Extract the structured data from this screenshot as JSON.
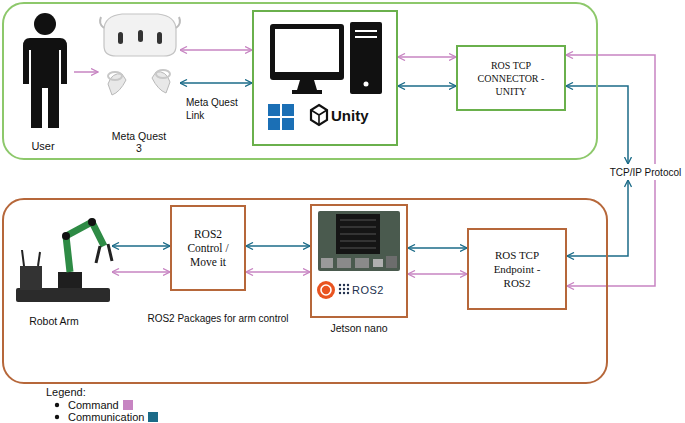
{
  "diagram": {
    "nodes": [
      {
        "text": []
      },
      {
        "text": [
          "User"
        ],
        "in": 0
      },
      {
        "text": [
          "Meta Quest 3"
        ],
        "in": 0
      },
      {
        "text": [
          "Unity"
        ],
        "in": 0
      },
      {
        "text": [
          "ROS TCP CONNECTOR - UNITY"
        ],
        "in": 0
      },
      {
        "text": [
          "TCP/IP Protocol"
        ]
      },
      {
        "text": []
      },
      {
        "text": [
          "Robot Arm"
        ],
        "in": 6
      },
      {
        "text": [
          "ROS2 Control / Move it",
          "ROS2 Packages for arm control"
        ],
        "in": 6
      },
      {
        "text": [
          "ROS2",
          "Jetson nano"
        ],
        "in": 6
      },
      {
        "text": [
          "ROS TCP Endpoint -ROS2"
        ],
        "in": 6
      }
    ],
    "edges": [
      {
        "from": 1,
        "to": 2,
        "arrow": "to"
      },
      {
        "from": 2,
        "to": 3,
        "arrow": "both"
      },
      {
        "from": 2,
        "to": 3,
        "label": "Meta Quest Link",
        "arrow": "both"
      },
      {
        "from": 3,
        "to": 4,
        "arrow": "both"
      },
      {
        "from": 3,
        "to": 4,
        "arrow": "both"
      },
      {
        "from": 4,
        "to": 10,
        "arrow": "both"
      },
      {
        "from": 4,
        "to": 5,
        "arrow": "both"
      },
      {
        "from": 5,
        "to": 10,
        "arrow": "both"
      },
      {
        "from": 7,
        "to": 8,
        "arrow": "both"
      },
      {
        "from": 7,
        "to": 8,
        "arrow": "both"
      },
      {
        "from": 8,
        "to": 9,
        "arrow": "both"
      },
      {
        "from": 8,
        "to": 9,
        "arrow": "both"
      },
      {
        "from": 9,
        "to": 10,
        "arrow": "both"
      },
      {
        "from": 9,
        "to": 10,
        "arrow": "both"
      }
    ],
    "labels": [
      "Legend:"
    ],
    "legend": [
      {
        "text": "Command",
        "color": "#c784c2"
      },
      {
        "text": "Communication",
        "color": "#1b6b88"
      }
    ]
  }
}
